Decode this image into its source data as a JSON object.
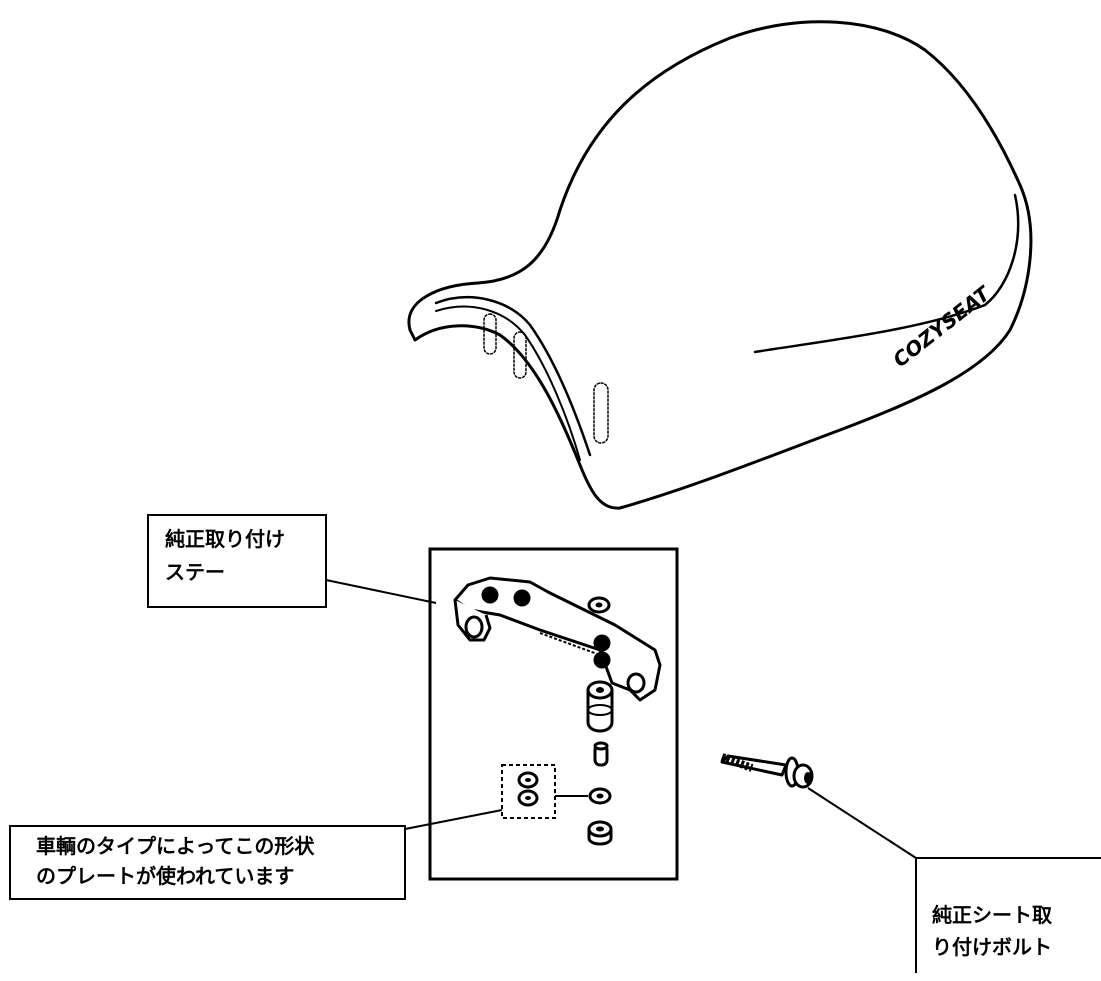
{
  "callouts": {
    "stay": {
      "line1": "純正取り付け",
      "line2": "ステー"
    },
    "plate": {
      "line1": "車輌のタイプによってこの形状",
      "line2": "のプレートが使われています"
    },
    "bolt": {
      "line1": "純正シート取",
      "line2": "り付けボルト"
    }
  },
  "seat": {
    "logo": "COZYSEAT"
  }
}
